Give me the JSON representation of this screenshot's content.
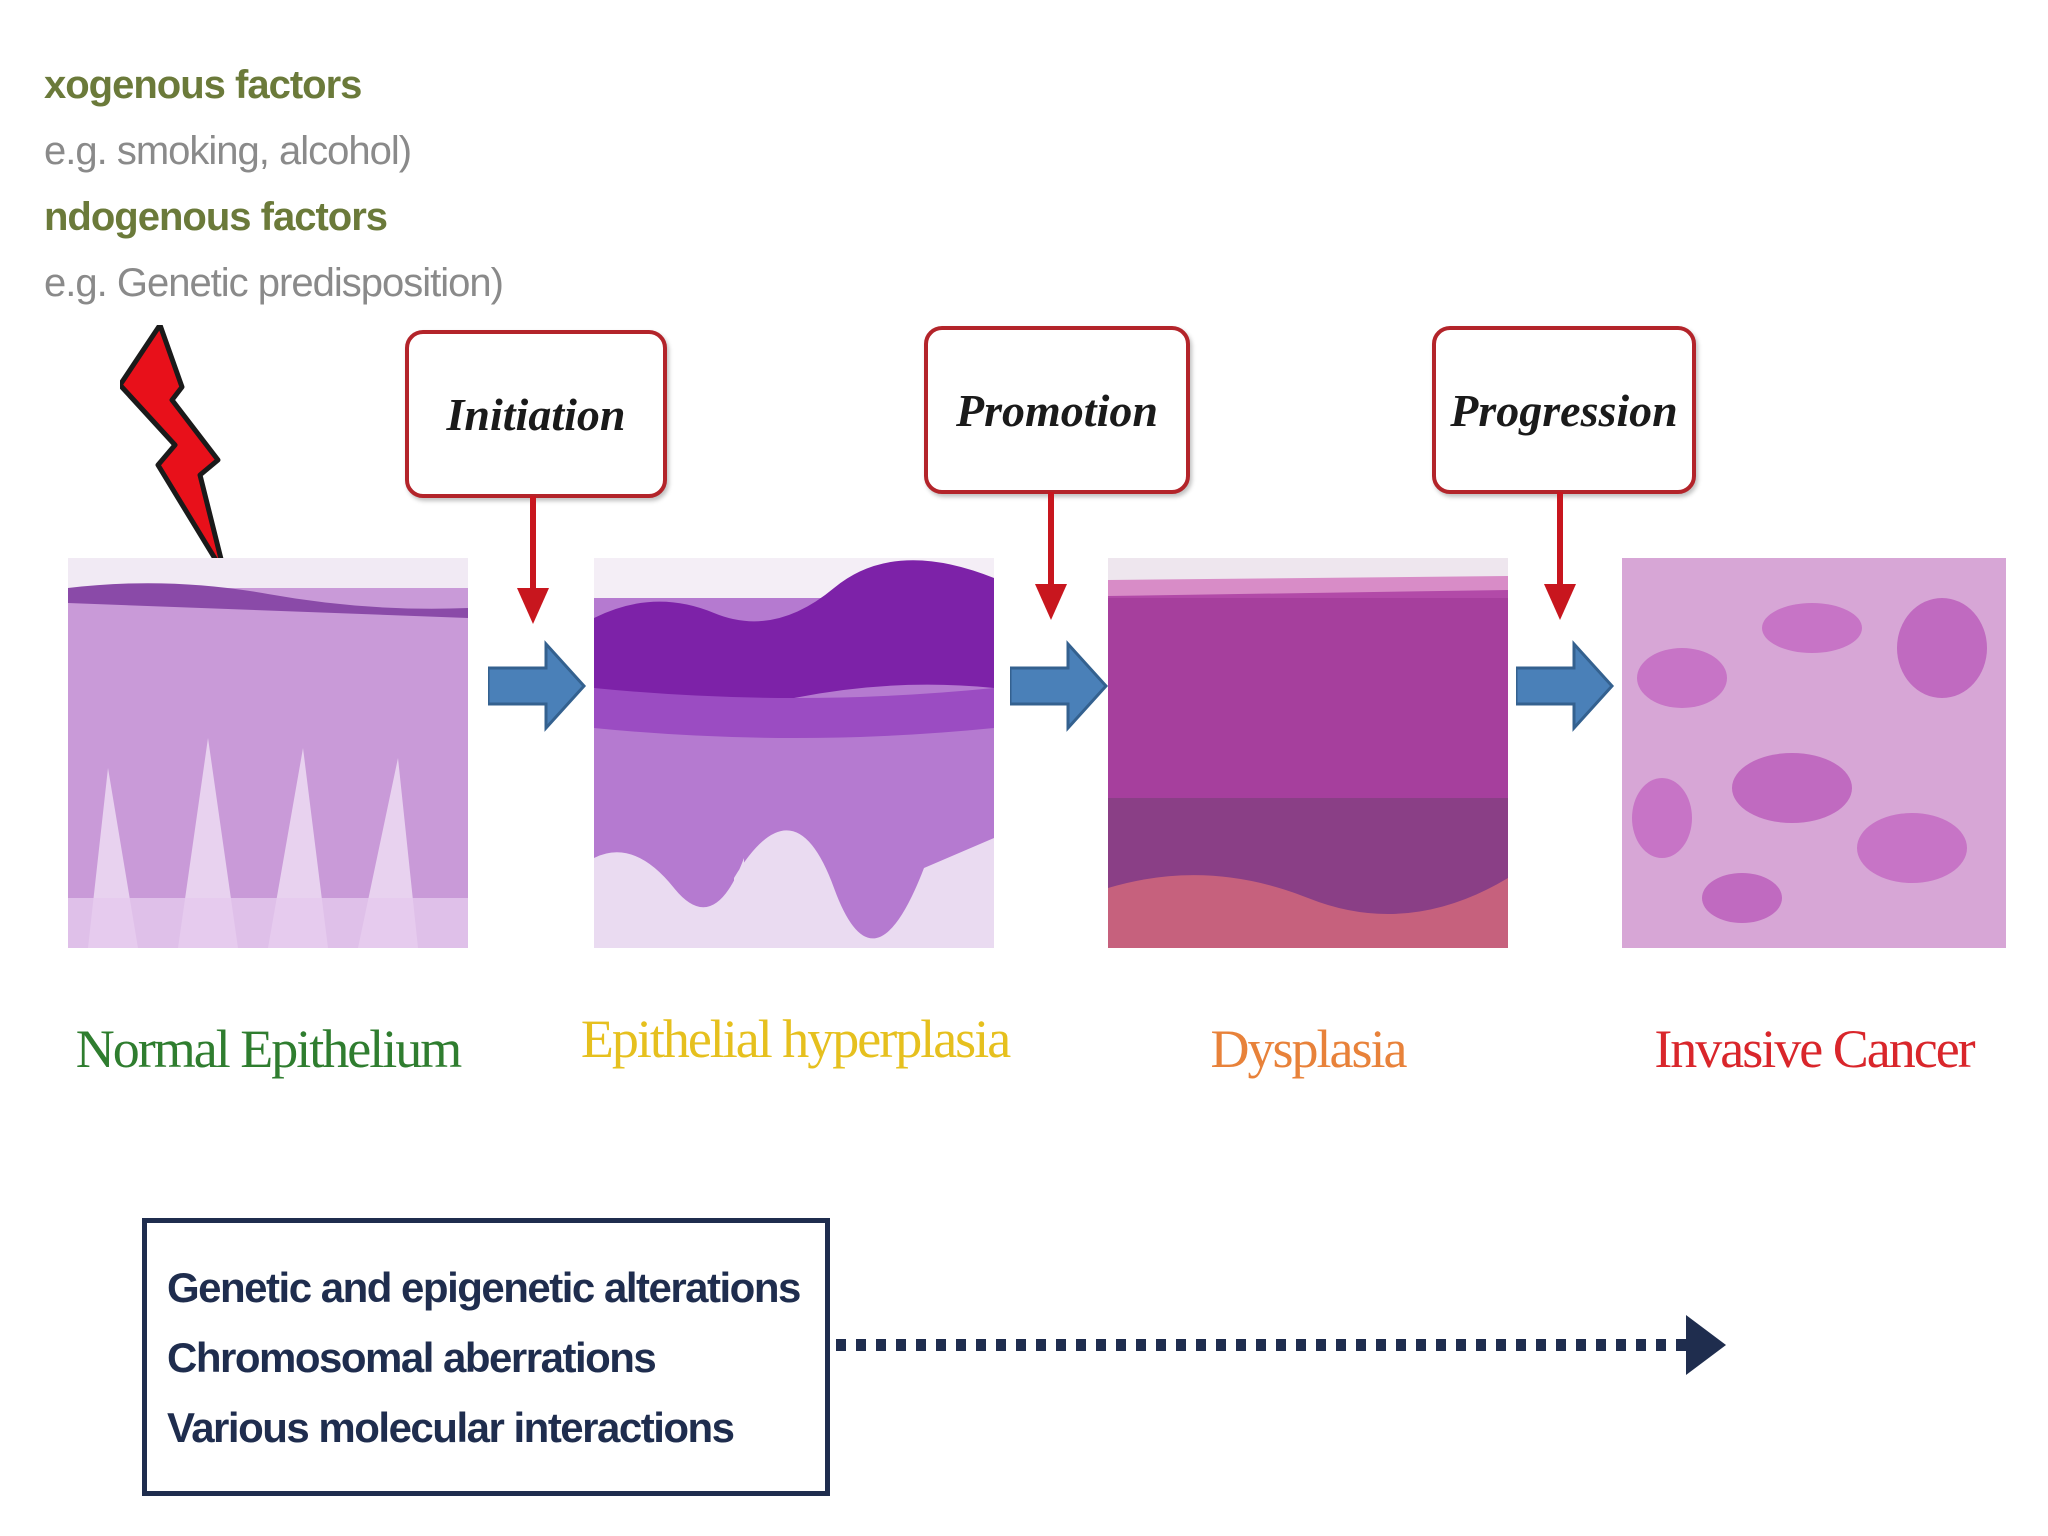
{
  "factors": {
    "exogenous_title": "xogenous factors",
    "exogenous_example": "e.g. smoking, alcohol)",
    "endogenous_title": "ndogenous factors",
    "endogenous_example": "e.g. Genetic predisposition)"
  },
  "stages": [
    {
      "label": "Initiation"
    },
    {
      "label": "Promotion"
    },
    {
      "label": "Progression"
    }
  ],
  "tissues": [
    {
      "label": "Normal Epithelium",
      "color": "#2f7d2f",
      "icon": "normal-epithelium-histology-image"
    },
    {
      "label": "Epithelial hyperplasia",
      "color": "#e6c01e",
      "icon": "hyperplasia-histology-image"
    },
    {
      "label": "Dysplasia",
      "color": "#e8823a",
      "icon": "dysplasia-histology-image"
    },
    {
      "label": "Invasive Cancer",
      "color": "#d9262b",
      "icon": "invasive-cancer-histology-image"
    }
  ],
  "notes": [
    "Genetic and epigenetic alterations",
    "Chromosomal aberrations",
    "Various molecular interactions"
  ],
  "colors": {
    "stage_border": "#b3242a",
    "flow_arrow": "#4a80b8",
    "bolt": "#e8101a",
    "notes_border": "#1f2d4e"
  }
}
